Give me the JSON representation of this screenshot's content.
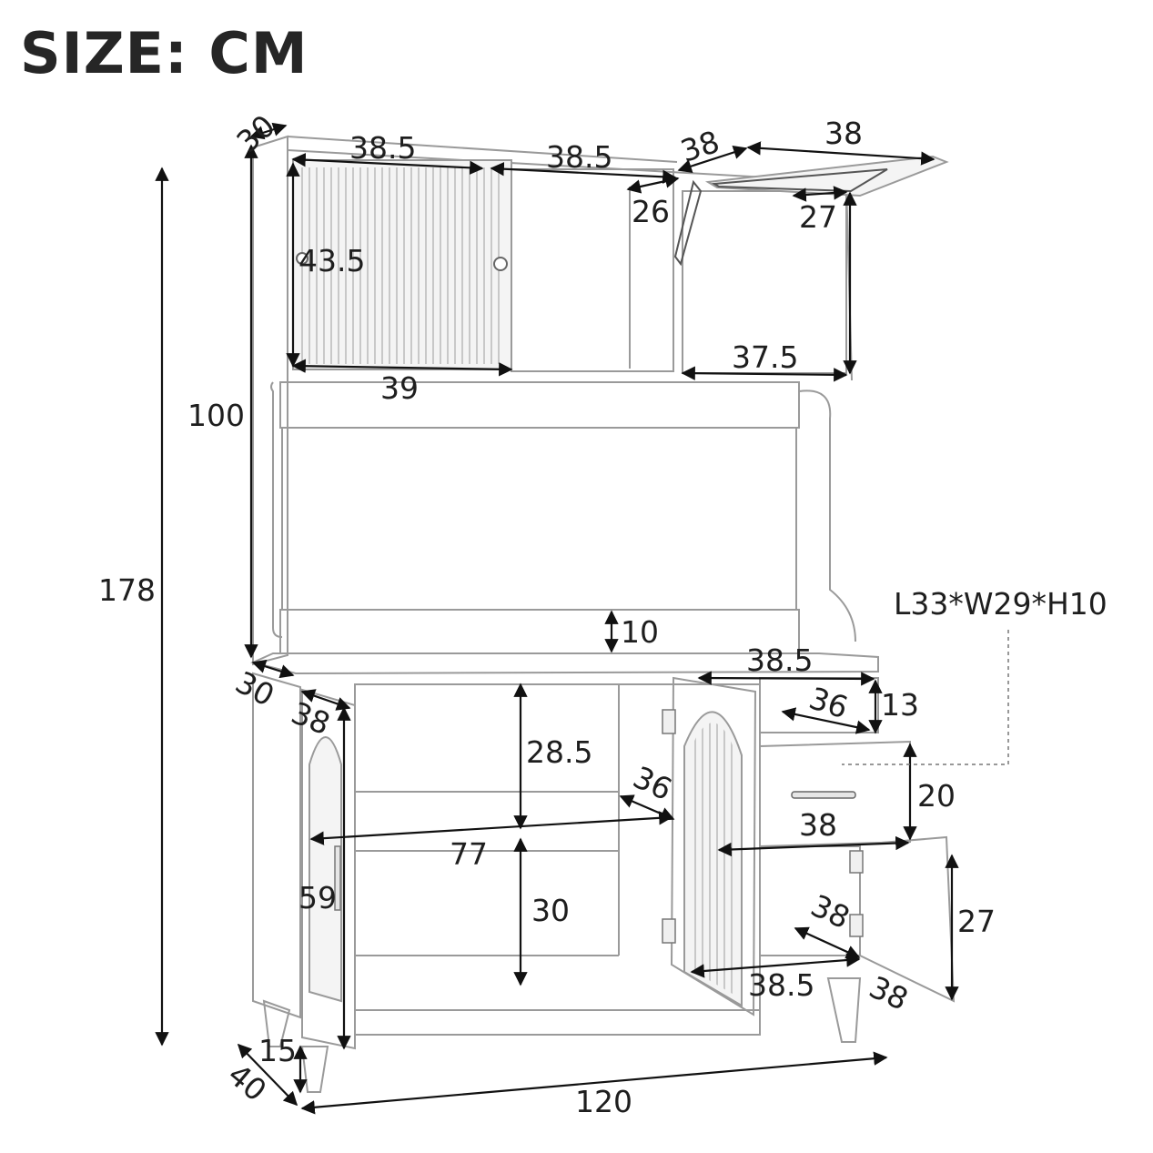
{
  "title": "SIZE: CM",
  "drawer_spec": "L33*W29*H10",
  "dimensions": {
    "top_depth": "30",
    "top_door_left_width": "38.5",
    "top_door_mid_width": "38.5",
    "flap_depth": "38",
    "flap_width": "38",
    "inner_depth_mid": "26",
    "inner_depth_right": "27",
    "top_door_height": "43.5",
    "top_cabinet_width": "39",
    "right_cabinet_width": "37.5",
    "hutch_height": "100",
    "total_height": "178",
    "backsplash_height": "10",
    "counter_depth": "30",
    "drawer_area_width": "38.5",
    "drawer_inner_depth": "36",
    "upper_drawer_height": "13",
    "left_door_width": "38",
    "upper_shelf_height": "28.5",
    "shelf_depth": "36",
    "drawer_height": "20",
    "drawer_width": "38",
    "shelf_width": "77",
    "door_height": "59",
    "lower_shelf_height": "30",
    "right_door_width": "38",
    "right_cabinet_height": "27",
    "mid_door_width": "38.5",
    "right_cabinet_depth": "38",
    "leg_height": "15",
    "base_depth": "40",
    "total_width": "120"
  }
}
